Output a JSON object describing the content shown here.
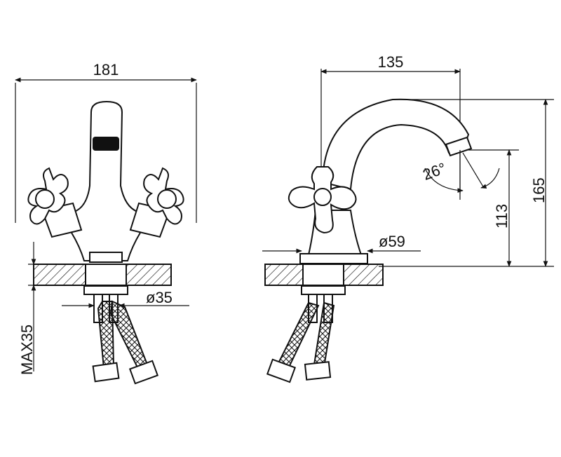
{
  "front_view": {
    "width_dim": "181",
    "hole_dim": "ø35",
    "max_thickness_dim": "MAX35"
  },
  "side_view": {
    "reach_dim": "135",
    "total_height_dim": "165",
    "spout_height_dim": "113",
    "base_dim": "ø59",
    "angle_dim": "26°"
  },
  "colors": {
    "line": "#111111",
    "background": "#ffffff"
  }
}
